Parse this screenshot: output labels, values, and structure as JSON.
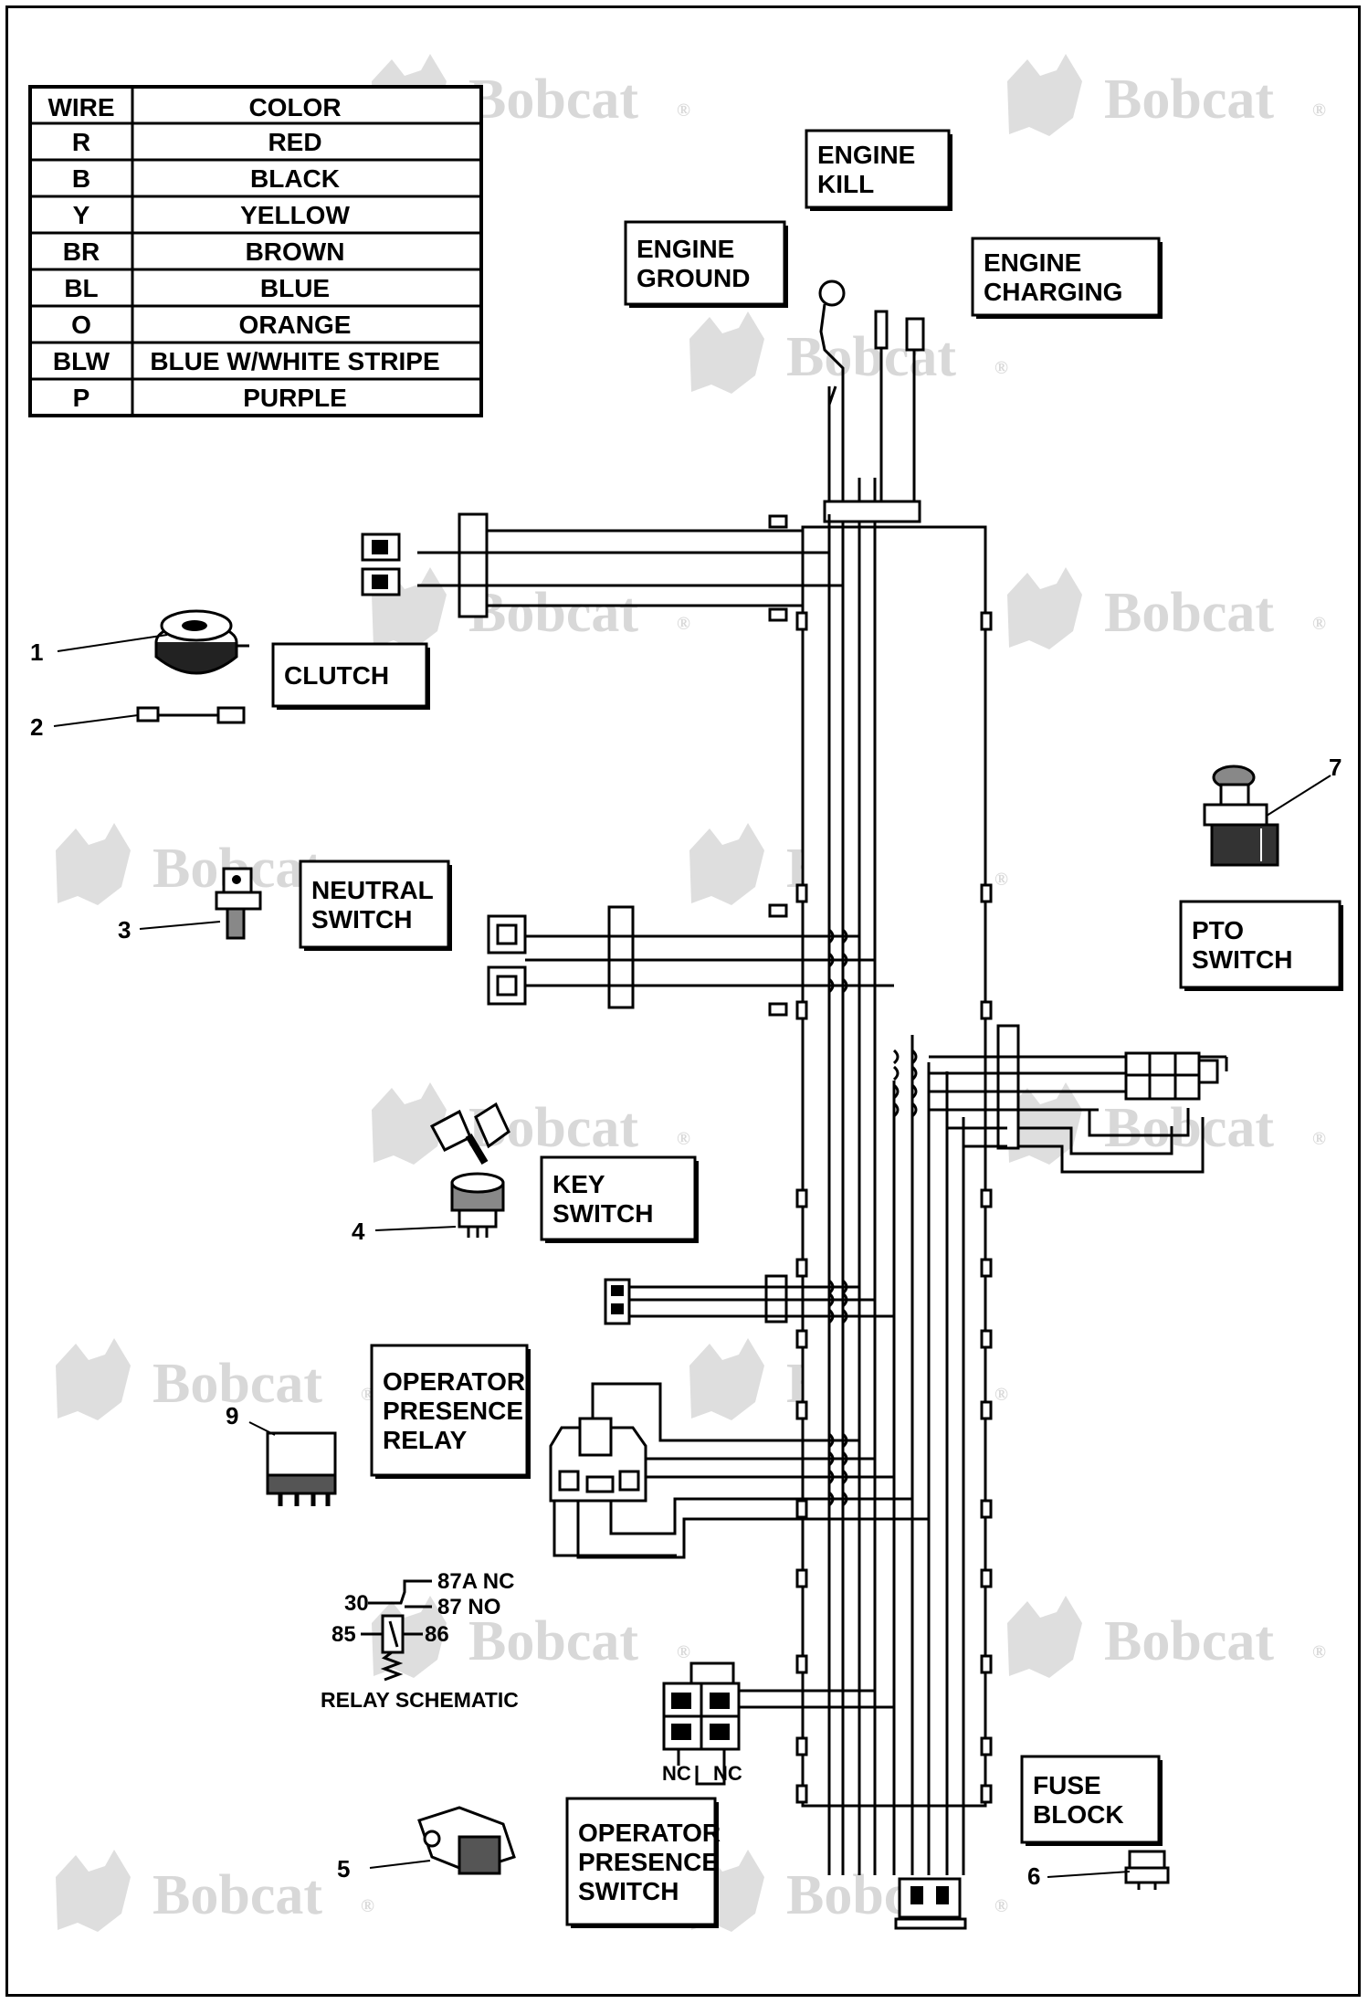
{
  "wire_table": {
    "headers": [
      "WIRE",
      "COLOR"
    ],
    "rows": [
      {
        "wire": "R",
        "color": "RED"
      },
      {
        "wire": "B",
        "color": "BLACK"
      },
      {
        "wire": "Y",
        "color": "YELLOW"
      },
      {
        "wire": "BR",
        "color": "BROWN"
      },
      {
        "wire": "BL",
        "color": "BLUE"
      },
      {
        "wire": "O",
        "color": "ORANGE"
      },
      {
        "wire": "BLW",
        "color": "BLUE W/WHITE STRIPE"
      },
      {
        "wire": "P",
        "color": "PURPLE"
      }
    ]
  },
  "labels": {
    "engine_kill": [
      "ENGINE",
      "KILL"
    ],
    "engine_ground": [
      "ENGINE",
      "GROUND"
    ],
    "engine_charging": [
      "ENGINE",
      "CHARGING"
    ],
    "clutch": [
      "CLUTCH"
    ],
    "neutral_switch": [
      "NEUTRAL",
      "SWITCH"
    ],
    "pto_switch": [
      "PTO",
      "SWITCH"
    ],
    "key_switch": [
      "KEY",
      "SWITCH"
    ],
    "operator_presence_relay": [
      "OPERATOR",
      "PRESENCE",
      "RELAY"
    ],
    "operator_presence_switch": [
      "OPERATOR",
      "PRESENCE",
      "SWITCH"
    ],
    "fuse_block": [
      "FUSE",
      "BLOCK"
    ],
    "relay_schematic": "RELAY SCHEMATIC"
  },
  "callouts": [
    "1",
    "2",
    "3",
    "4",
    "5",
    "6",
    "7",
    "9"
  ],
  "relay_terminals": {
    "t30": "30",
    "t87a": "87A  NC",
    "t87": "87  NO",
    "t85": "85",
    "t86": "86"
  },
  "switch_contacts": {
    "nc_left": "NC",
    "nc_right": "NC"
  },
  "watermark": "Bobcat",
  "watermark_mark": "®"
}
